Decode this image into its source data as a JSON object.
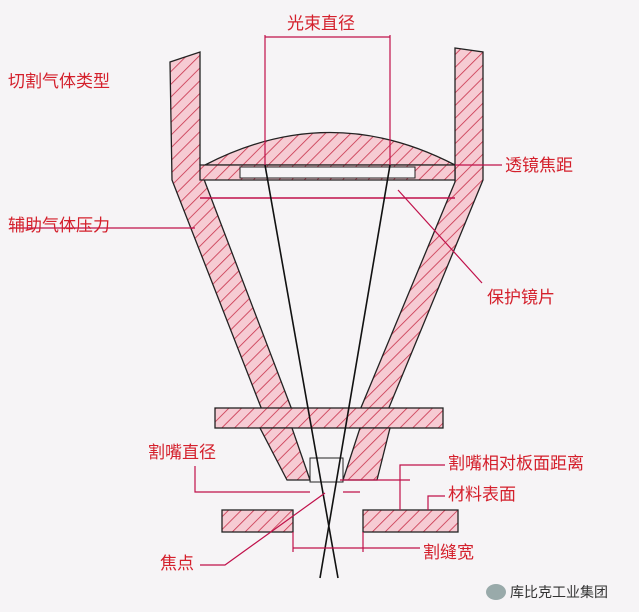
{
  "labels": {
    "beam_diameter": "光束直径",
    "cutting_gas_type": "切割气体类型",
    "lens_focal_length": "透镜焦距",
    "assist_gas_pressure": "辅助气体压力",
    "protective_lens": "保护镜片",
    "nozzle_diameter": "割嘴直径",
    "nozzle_to_plate_distance": "割嘴相对板面距离",
    "material_surface": "材料表面",
    "focal_point": "焦点",
    "kerf_width": "割缝宽"
  },
  "watermark": "库比克工业集团",
  "colors": {
    "label": "#d4202c",
    "hatch": "#c8304a",
    "fill": "#f6cbd3",
    "beam": "#111111",
    "leader": "#c0104a"
  }
}
